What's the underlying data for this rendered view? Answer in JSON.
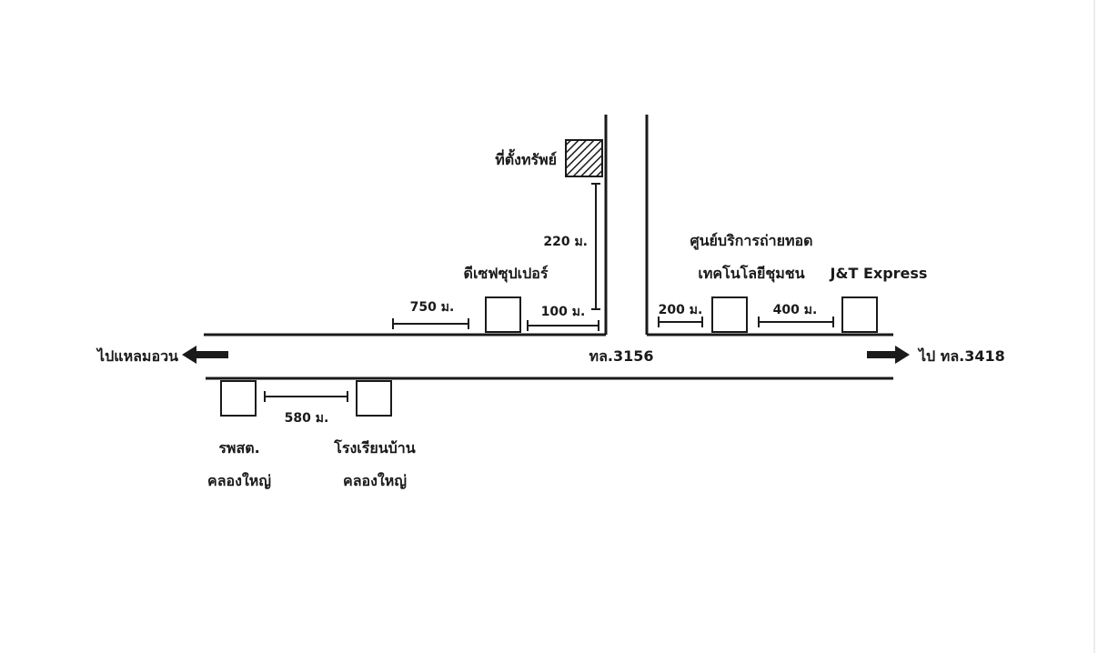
{
  "labels": {
    "property": "ที่ตั้งทรัพย์",
    "d220": "220 ม.",
    "dcafe": "ดีเซฟซุปเปอร์",
    "d750": "750 ม.",
    "d100": "100 ม.",
    "center1": "ศูนย์บริการถ่ายทอด",
    "center2": "เทคโนโลยีชุมชน",
    "jt": "J&T Express",
    "d200": "200 ม.",
    "d400": "400 ม.",
    "left_dir": "ไปแหลมอวน",
    "road": "ทล.3156",
    "right_dir": "ไป ทล.3418",
    "d580": "580 ม.",
    "hosp1": "รพสต.",
    "hosp2": "คลองใหญ่",
    "school1": "โรงเรียนบ้าน",
    "school2": "คลองใหญ่"
  },
  "colors": {
    "ink": "#1a1a1a",
    "background": "#ffffff"
  }
}
